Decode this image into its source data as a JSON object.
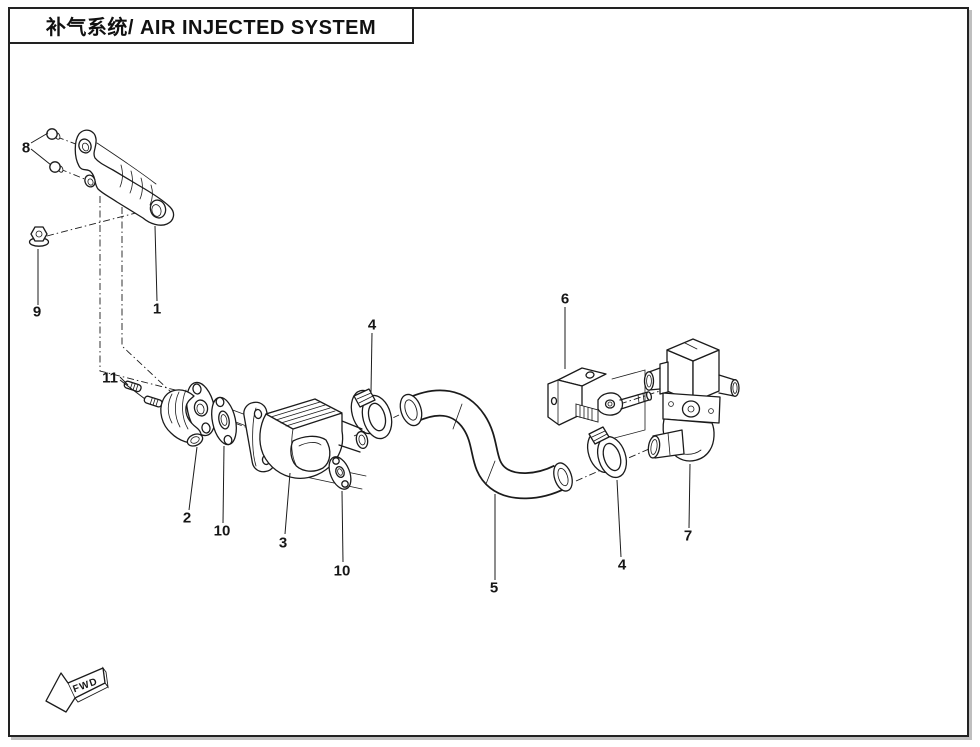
{
  "header": {
    "title": "补气系统/ AIR INJECTED SYSTEM"
  },
  "fwd_marker": {
    "label": "FWD"
  },
  "callouts": [
    {
      "part": "8"
    },
    {
      "part": "9"
    },
    {
      "part": "1"
    },
    {
      "part": "11"
    },
    {
      "part": "2"
    },
    {
      "part": "10"
    },
    {
      "part": "3"
    },
    {
      "part": "10"
    },
    {
      "part": "4"
    },
    {
      "part": "5"
    },
    {
      "part": "6"
    },
    {
      "part": "4"
    },
    {
      "part": "7"
    }
  ],
  "colors": {
    "line": "#1b1b1b",
    "background": "#ffffff",
    "border": "#222222",
    "border_shadow": "#bfbfbf"
  }
}
